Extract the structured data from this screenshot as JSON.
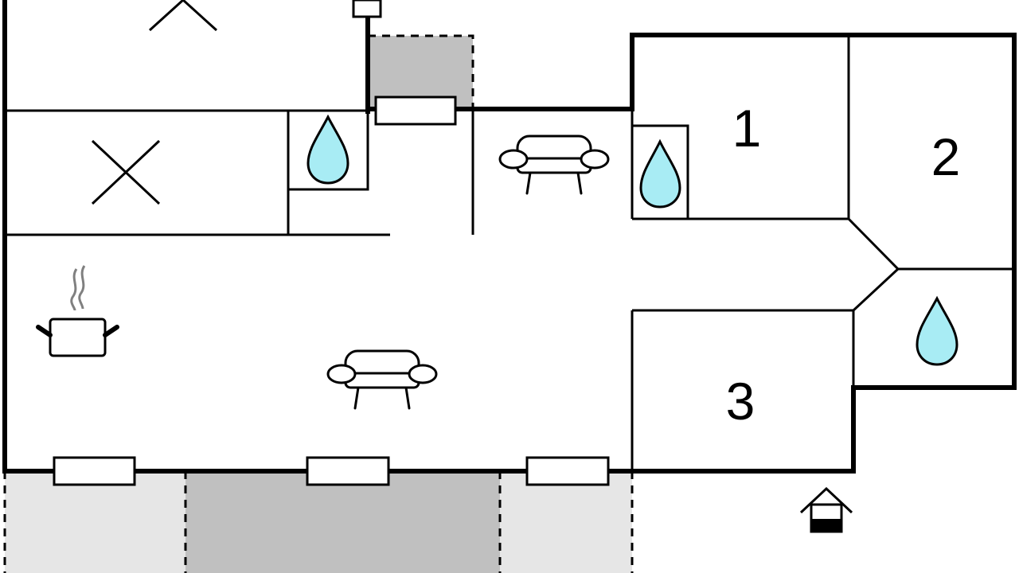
{
  "plan": {
    "colors": {
      "wall": "#000000",
      "water": "#a8ecf4",
      "terrace_dark": "#c0c0c0",
      "terrace_light": "#e6e6e6",
      "background": "#ffffff",
      "steam": "#808080"
    },
    "rooms": [
      {
        "label": "1",
        "kind": "bedroom"
      },
      {
        "label": "2",
        "kind": "bedroom"
      },
      {
        "label": "3",
        "kind": "bedroom"
      }
    ],
    "icons": [
      "roof-icon",
      "chimney-icon",
      "cross-mark-icon",
      "water-drop-icon",
      "sofa-icon",
      "cooking-pot-icon",
      "entrance-icon"
    ]
  }
}
